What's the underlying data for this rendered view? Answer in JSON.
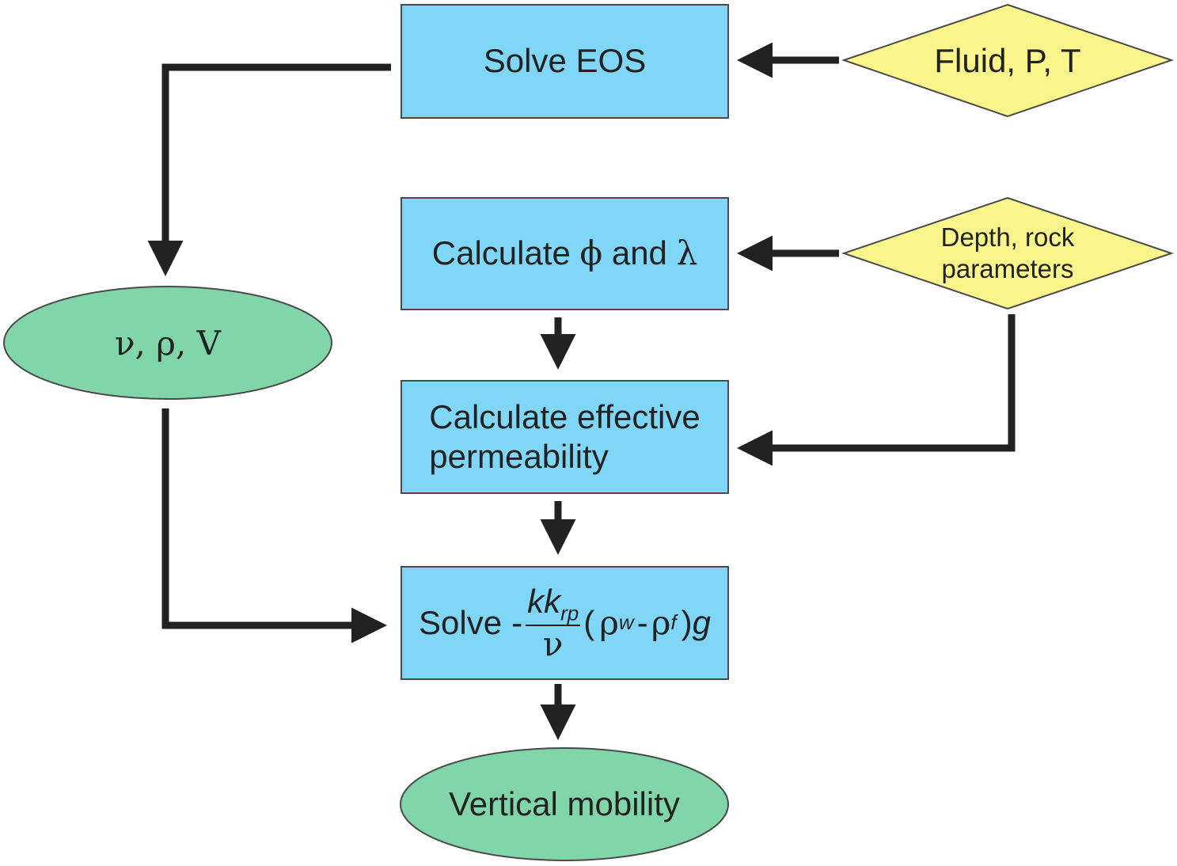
{
  "colors": {
    "process_fill": "#80d6f7",
    "input_fill": "#fbf68c",
    "output_fill": "#80d5a9",
    "stroke": "#4a4a4a",
    "arrow": "#222222"
  },
  "nodes": {
    "solve_eos": {
      "label": "Solve EOS"
    },
    "fluid_input": {
      "label": "Fluid, P, T"
    },
    "calc_phi_lambda": {
      "prefix": "Calculate ",
      "phi": "ϕ",
      "mid": " and ",
      "lambda": "λ"
    },
    "rock_input": {
      "line1": "Depth, rock",
      "line2": "parameters"
    },
    "fluid_props": {
      "label": "ν, ρ, V"
    },
    "calc_perm": {
      "line1": "Calculate effective",
      "line2": "permeability"
    },
    "solve_mobility": {
      "solve_word": "Solve",
      "minus": "-",
      "numerator_k": "kk",
      "numerator_sub": "rp",
      "denominator": "ν",
      "open_paren": "(",
      "rho_w": "ρ",
      "w_sub": "w",
      "minus2": "-",
      "rho_f": "ρ",
      "f_sub": "f",
      "close_paren": ")",
      "g": "g"
    },
    "vertical_mobility": {
      "label": "Vertical mobility"
    }
  }
}
